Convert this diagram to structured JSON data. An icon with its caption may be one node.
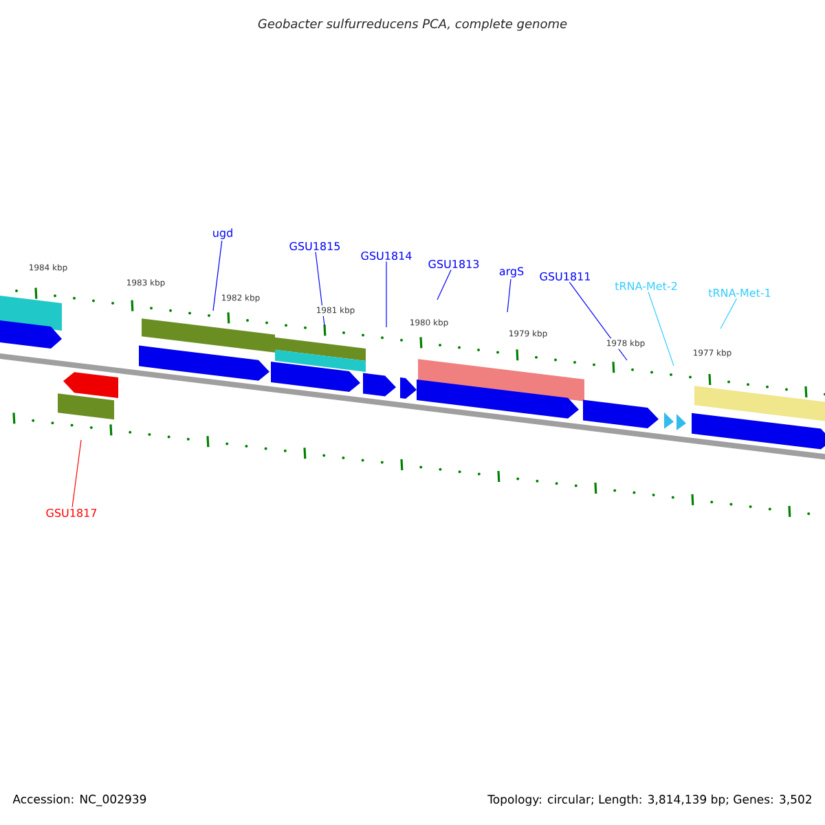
{
  "diagram": {
    "title": "Geobacter sulfurreducens PCA, complete genome",
    "nodes": [
      {
        "text": [
          "ugd"
        ]
      },
      {
        "text": [
          "GSU1815"
        ]
      },
      {
        "text": [
          "GSU1814"
        ]
      },
      {
        "text": [
          "GSU1813"
        ]
      },
      {
        "text": [
          "argS"
        ]
      },
      {
        "text": [
          "GSU1811"
        ]
      },
      {
        "text": [
          "tRNA-Met-2"
        ]
      },
      {
        "text": [
          "tRNA-Met-1"
        ]
      },
      {
        "text": [
          "GSU1817"
        ]
      }
    ],
    "edges": [
      {
        "from": 0,
        "to": null,
        "arrow": "none"
      },
      {
        "from": 1,
        "to": null,
        "arrow": "none"
      },
      {
        "from": 2,
        "to": null,
        "arrow": "none"
      },
      {
        "from": 3,
        "to": null,
        "arrow": "none"
      },
      {
        "from": 4,
        "to": null,
        "arrow": "none"
      },
      {
        "from": 5,
        "to": null,
        "arrow": "none"
      },
      {
        "from": 6,
        "to": null,
        "arrow": "none",
        "color": "#33ccff"
      },
      {
        "from": 7,
        "to": null,
        "arrow": "none",
        "color": "#33ccff"
      },
      {
        "from": 8,
        "to": null,
        "arrow": "none",
        "color": "#ff0000"
      }
    ],
    "labels": [
      "1984 kbp",
      "1983 kbp",
      "1982 kbp",
      "1981 kbp",
      "1980 kbp",
      "1979 kbp",
      "1978 kbp",
      "1977 kbp",
      "Accession: NC_002939",
      "Topology: circular; Length: 3,814,139 bp; Genes: 3,502"
    ]
  }
}
